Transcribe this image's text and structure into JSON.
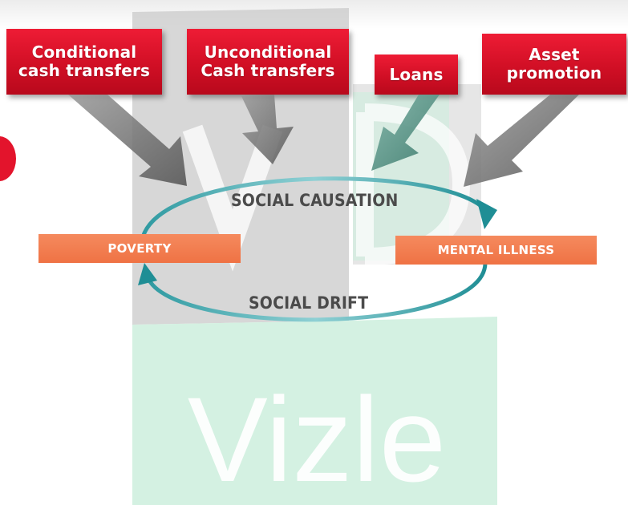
{
  "diagram": {
    "interventions": [
      {
        "label": "Conditional\ncash transfers"
      },
      {
        "label": "Unconditional\nCash transfers"
      },
      {
        "label": "Loans"
      },
      {
        "label": "Asset\npromotion"
      }
    ],
    "poverty_label": "POVERTY",
    "mental_illness_label": "MENTAL ILLNESS",
    "social_causation_label": "SOCIAL CAUSATION",
    "social_drift_label": "SOCIAL DRIFT"
  },
  "watermark": {
    "text": "Vizle",
    "monogram": "VD"
  },
  "colors": {
    "red_box": "#d9142b",
    "orange_bar": "#f07a4d",
    "teal_arrow": "#1d8f95",
    "gray_arrow": "#6b6b6b",
    "watermark_green": "#cdeedd",
    "watermark_gray": "#c9c9c9"
  }
}
